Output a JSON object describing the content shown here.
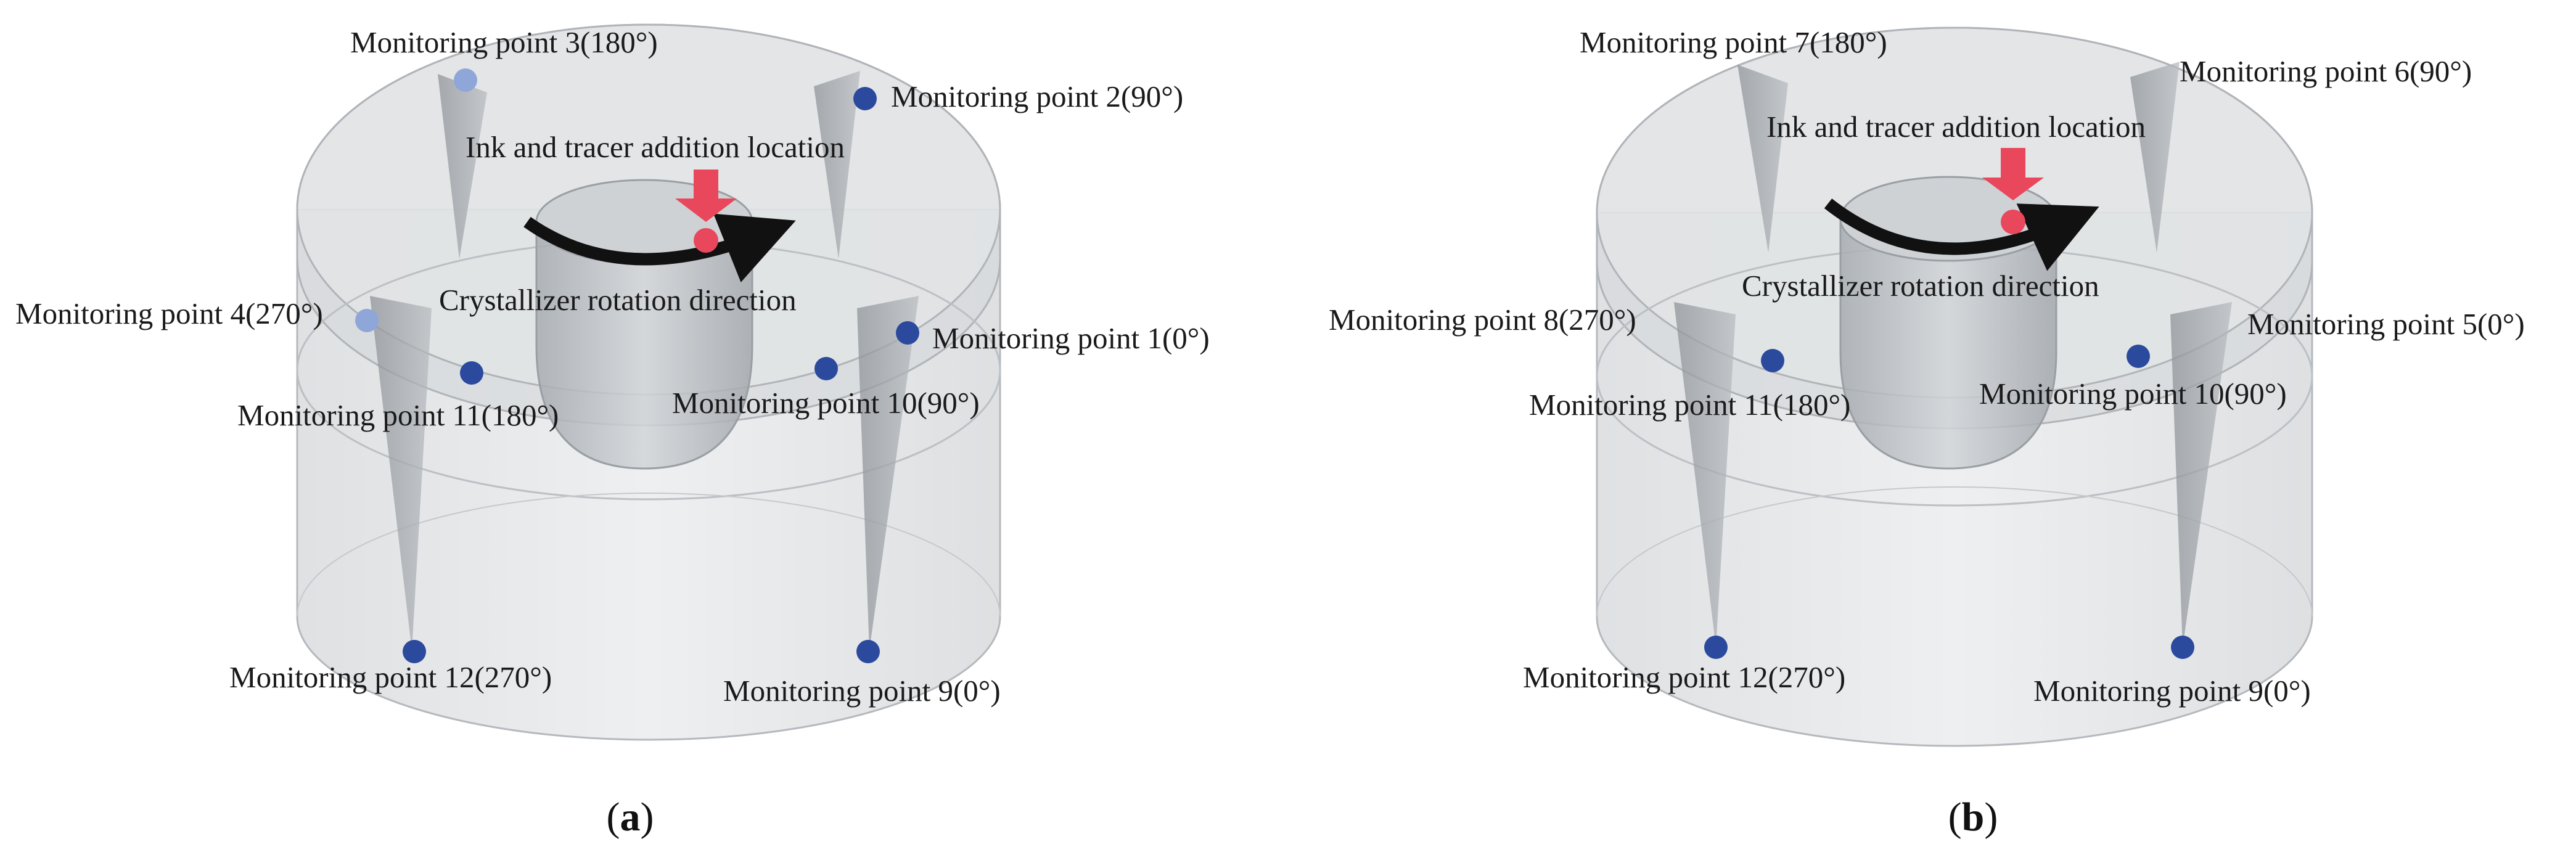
{
  "panels": [
    {
      "caption_letter": "a",
      "injection_label": "Ink and tracer addition location",
      "rotation_label": "Crystallizer rotation direction",
      "points": [
        {
          "label": "Monitoring point 1(0°)",
          "tone": "dark"
        },
        {
          "label": "Monitoring point 2(90°)",
          "tone": "dark"
        },
        {
          "label": "Monitoring point 3(180°)",
          "tone": "light"
        },
        {
          "label": "Monitoring point 4(270°)",
          "tone": "light"
        },
        {
          "label": "Monitoring point 9(0°)",
          "tone": "dark"
        },
        {
          "label": "Monitoring point  10(90°)",
          "tone": "dark"
        },
        {
          "label": "Monitoring point 11(180°)",
          "tone": "dark"
        },
        {
          "label": "Monitoring point 12(270°)",
          "tone": "dark"
        }
      ]
    },
    {
      "caption_letter": "b",
      "injection_label": "Ink and tracer addition location",
      "rotation_label": "Crystallizer rotation direction",
      "points": [
        {
          "label": "Monitoring point 5(0°)",
          "tone": "dark"
        },
        {
          "label": "Monitoring point 6(90°)",
          "tone": "dark"
        },
        {
          "label": "Monitoring point 7(180°)",
          "tone": "dark"
        },
        {
          "label": "Monitoring point 8(270°)",
          "tone": "dark"
        },
        {
          "label": "Monitoring point 9(0°)",
          "tone": "dark"
        },
        {
          "label": "Monitoring point  10(90°)",
          "tone": "dark"
        },
        {
          "label": "Monitoring point 11(180°)",
          "tone": "dark"
        },
        {
          "label": "Monitoring point 12(270°)",
          "tone": "dark"
        }
      ]
    }
  ],
  "colors": {
    "marker_dark": "#2b4a9e",
    "marker_light": "#8fa6d8",
    "injection_marker": "#e8475c",
    "arrow": "#111111",
    "vessel_fill": "#c9cdd1"
  }
}
